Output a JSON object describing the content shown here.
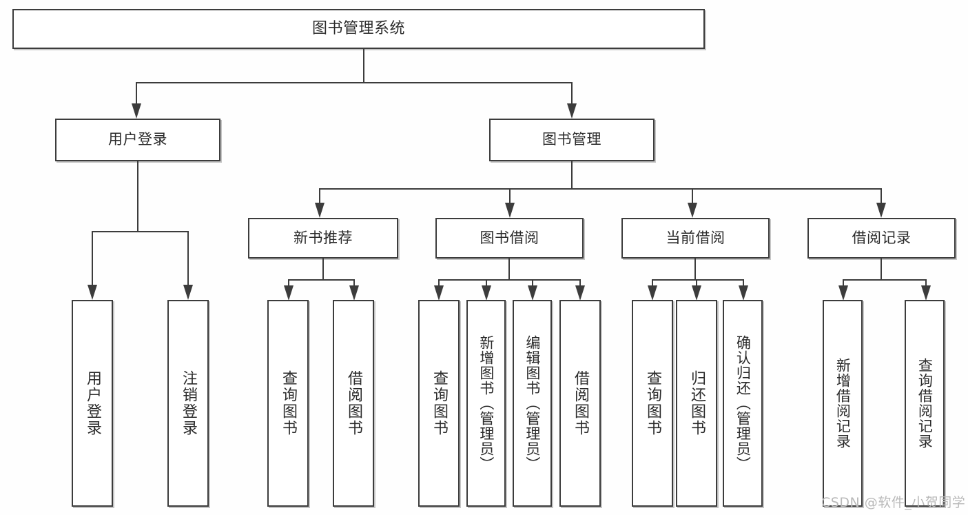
{
  "diagram": {
    "title": "图书管理系统",
    "watermark": "CSDN @软件_小贺同学",
    "colors": {
      "border": "#3c3c3c",
      "box_fill": "#ffffff",
      "text": "#2b2b2b",
      "watermark": "#b9b9b9",
      "canvas": "#fefefe"
    },
    "nodes": {
      "root": "图书管理系统",
      "l1": {
        "user_login": "用户登录",
        "book_manage": "图书管理"
      },
      "l2": {
        "new_book_rec": "新书推荐",
        "book_borrow": "图书借阅",
        "current_borrow": "当前借阅",
        "borrow_record": "借阅记录"
      },
      "leaves": {
        "user_login_1": "用户登录",
        "user_login_2": "注销登录",
        "new_book_rec_1": "查询图书",
        "new_book_rec_2": "借阅图书",
        "book_borrow_1": "查询图书",
        "book_borrow_2": "新增图书（管理员）",
        "book_borrow_3": "编辑图书（管理员）",
        "book_borrow_4": "借阅图书",
        "current_borrow_1": "查询图书",
        "current_borrow_2": "归还图书",
        "current_borrow_3": "确认归还（管理员）",
        "borrow_record_1": "新增借阅记录",
        "borrow_record_2": "查询借阅记录"
      }
    }
  }
}
